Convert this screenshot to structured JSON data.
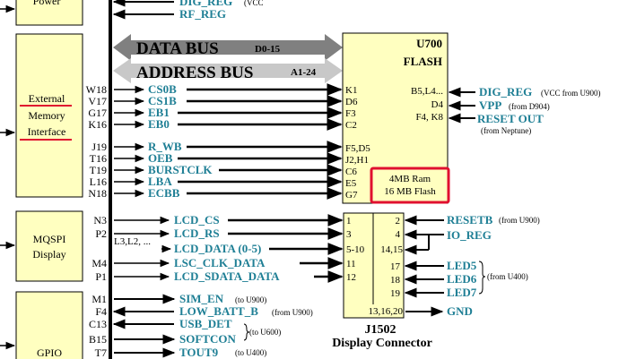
{
  "left_blocks": {
    "power": "Power",
    "emi_line1": "External",
    "emi_line2": "Memory",
    "emi_line3": "Interface",
    "mqspi_line1": "MQSPI",
    "mqspi_line2": "Display",
    "gpio": "GPIO"
  },
  "top_signals": [
    {
      "name": "DIG_REG",
      "note": "(VCC"
    },
    {
      "name": "RF_REG",
      "note": ""
    }
  ],
  "buses": {
    "data_label": "DATA BUS",
    "data_range": "D0-15",
    "address_label": "ADDRESS BUS",
    "address_range": "A1-24"
  },
  "flash": {
    "ref": "U700",
    "type": "FLASH",
    "pins_left": [
      "K1",
      "D6",
      "F3",
      "C2",
      "F5,D5",
      "J2,H1",
      "C6",
      "E5",
      "G7"
    ],
    "pins_right": [
      "B5,L4...",
      "D4",
      "F4, K8"
    ],
    "highlight_line1": "4MB Ram",
    "highlight_line2": "16 MB Flash"
  },
  "flash_right_signals": [
    {
      "name": "DIG_REG",
      "note": "(VCC from U900)"
    },
    {
      "name": "VPP",
      "note": "(from D904)"
    },
    {
      "name": "RESET OUT",
      "note": "(from Neptune)"
    }
  ],
  "emi_signals": [
    {
      "pin": "W18",
      "name": "CS0B"
    },
    {
      "pin": "V17",
      "name": "CS1B"
    },
    {
      "pin": "G17",
      "name": "EB1"
    },
    {
      "pin": "K16",
      "name": "EB0"
    },
    {
      "pin": "J19",
      "name": "R_WB"
    },
    {
      "pin": "T16",
      "name": "OEB"
    },
    {
      "pin": "T19",
      "name": "BURSTCLK"
    },
    {
      "pin": "L16",
      "name": "LBA"
    },
    {
      "pin": "N18",
      "name": "ECBB"
    }
  ],
  "mqspi_signals": [
    {
      "pin": "N3",
      "name": "LCD_CS",
      "conn": "1"
    },
    {
      "pin": "P2",
      "name": "LCD_RS",
      "conn": "3"
    },
    {
      "pin": "L3,L2, ...",
      "name": "LCD_DATA (0-5)",
      "conn": "5-10"
    },
    {
      "pin": "M4",
      "name": "LSC_CLK_DATA",
      "conn": "11"
    },
    {
      "pin": "P1",
      "name": "LCD_SDATA_DATA",
      "conn": "12"
    }
  ],
  "gpio_signals": [
    {
      "pin": "M1",
      "name": "SIM_EN",
      "note": "(to U900)"
    },
    {
      "pin": "F4",
      "name": "LOW_BATT_B",
      "note": "(from U900)"
    },
    {
      "pin": "C13",
      "name": "USB_DET",
      "note": "(to U600)"
    },
    {
      "pin": "B15",
      "name": "SOFTCON",
      "note": ""
    },
    {
      "pin": "T7",
      "name": "TOUT9",
      "note": "(to U400)"
    }
  ],
  "connector": {
    "ref": "J1502",
    "name": "Display Connector",
    "pins_right": [
      "2",
      "4",
      "14,15",
      "17",
      "18",
      "19",
      "13,16,20"
    ],
    "signals": [
      {
        "name": "RESETB",
        "note": "(from U900)"
      },
      {
        "name": "IO_REG",
        "note": ""
      },
      {
        "name": "LED5",
        "note": ""
      },
      {
        "name": "LED6",
        "note": "(from U400)"
      },
      {
        "name": "LED7",
        "note": ""
      },
      {
        "name": "GND",
        "note": ""
      }
    ]
  },
  "colors": {
    "signal": "#1f7f95",
    "flash_fill": "#ffffc0",
    "highlight": "#e0102f",
    "bus_dark": "#808080",
    "bus_light": "#c8c8c8"
  }
}
